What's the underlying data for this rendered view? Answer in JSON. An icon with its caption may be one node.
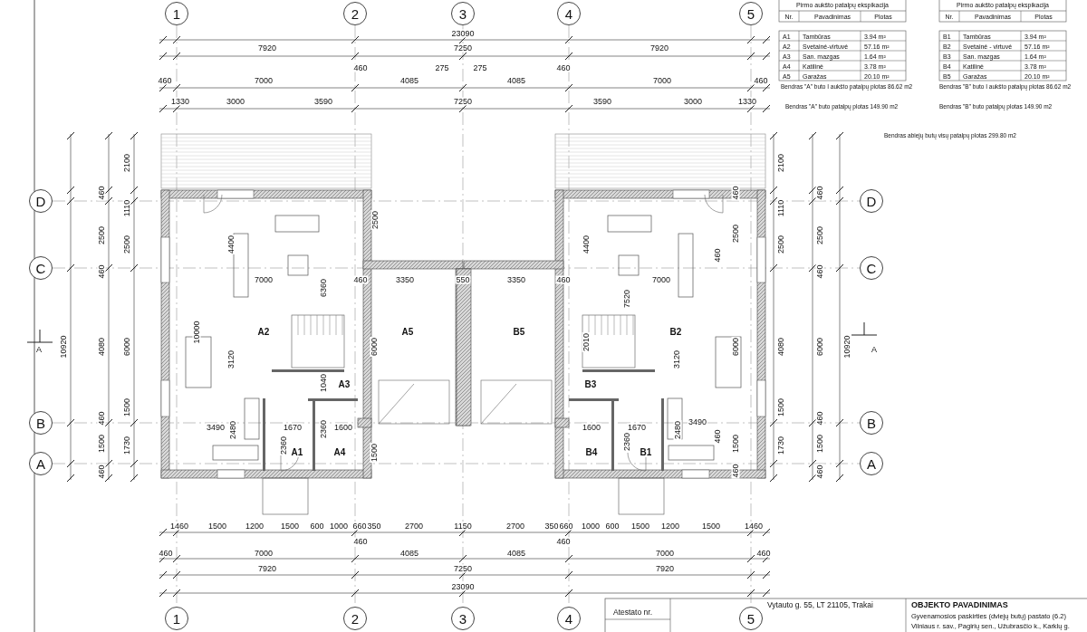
{
  "diagram": {
    "labels": [
      "1",
      "2",
      "3",
      "4",
      "5",
      "Pirmo aukšto patalpų ekspikacija",
      "Pirmo aukšto patalpų ekspikacija",
      "Nr.",
      "Pavadinimas",
      "Plotas",
      "Nr.",
      "Pavadinimas",
      "Plotas",
      "A1",
      "Tambūras",
      "3.94 m²",
      "B1",
      "Tambūras",
      "3.94 m²",
      "A2",
      "Svetainė-virtuvė",
      "57.16 m²",
      "B2",
      "Svetainė - virtuvė",
      "57.16 m²",
      "A3",
      "San. mazgas",
      "1.64 m²",
      "B3",
      "San. mazgas",
      "1.64 m²",
      "A4",
      "Katilinė",
      "3.78 m²",
      "B4",
      "Katilinė",
      "3.78 m²",
      "A5",
      "Garažas",
      "20.10 m²",
      "B5",
      "Garažas",
      "20.10 m²",
      "Bendras \"A\" buto I aukšto patalpų plotas 86.62 m2",
      "Bendras \"B\" buto I aukšto patalpų plotas 86.62 m2",
      "Bendras \"A\" buto patalpų plotas 149.90 m2",
      "Bendras \"B\" buto patalpų plotas 149.90 m2",
      "Bendras abiejų butų visų patalpų plotas 299.80 m2",
      "23090",
      "7920",
      "7250",
      "7920",
      "460",
      "275",
      "275",
      "460",
      "460",
      "7000",
      "4085",
      "4085",
      "7000",
      "460",
      "1330",
      "3000",
      "3590",
      "7250",
      "3590",
      "3000",
      "1330",
      "2100",
      "2100",
      "D",
      "460",
      "1110",
      "460",
      "1110",
      "460",
      "D",
      "2500",
      "2500",
      "2500",
      "2500",
      "2500",
      "2500",
      "4400",
      "4400",
      "460",
      "C",
      "460",
      "460",
      "C",
      "7000",
      "6360",
      "460",
      "3350",
      "550",
      "3350",
      "460",
      "7000",
      "7520",
      "A",
      "10920",
      "4080",
      "6000",
      "10000",
      "A2",
      "6000",
      "A5",
      "B5",
      "2010",
      "B2",
      "6000",
      "4080",
      "6000",
      "10920",
      "A",
      "3120",
      "3120",
      "1040",
      "A3",
      "B3",
      "1500",
      "1500",
      "B",
      "460",
      "3490",
      "2480",
      "1670",
      "2360",
      "1600",
      "1600",
      "1670",
      "2480",
      "3490",
      "460",
      "460",
      "B",
      "1500",
      "1730",
      "2360",
      "1500",
      "2360",
      "1500",
      "1730",
      "1500",
      "A",
      "A1",
      "A4",
      "B4",
      "B1",
      "A",
      "460",
      "460",
      "460",
      "1460",
      "1500",
      "1200",
      "1500",
      "600",
      "1000",
      "660",
      "350",
      "2700",
      "1150",
      "2700",
      "350",
      "660",
      "1000",
      "600",
      "1500",
      "1200",
      "1500",
      "1460",
      "460",
      "460",
      "460",
      "7000",
      "4085",
      "4085",
      "7000",
      "460",
      "7920",
      "7250",
      "7920",
      "23090",
      "1",
      "2",
      "3",
      "4",
      "5",
      "Atestato nr.",
      "Vytauto g. 55, LT 21105, Trakai",
      "OBJEKTO PAVADINIMAS",
      "Gyvenamosios paskirties (dviejų butų) pastato (6.2)",
      "Vilniaus r. sav., Pagirių sen., Užubrasčio k., Karklų g."
    ]
  }
}
